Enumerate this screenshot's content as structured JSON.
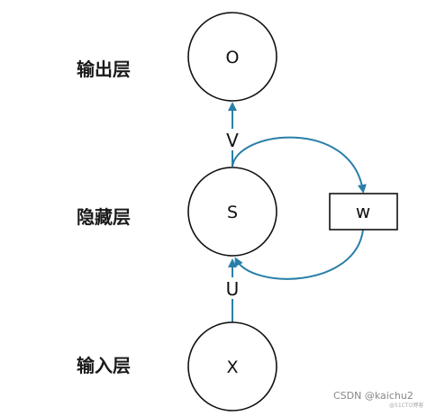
{
  "layers": {
    "output": "输出层",
    "hidden": "隐藏层",
    "input": "输入层"
  },
  "nodes": {
    "output": "O",
    "hidden": "S",
    "input": "X"
  },
  "weights": {
    "v": "V",
    "u": "U",
    "w": "w"
  },
  "watermark": {
    "text": "CSDN @kaichu2",
    "small": "@51CTO博客"
  },
  "colors": {
    "arrow": "#2a7fa8",
    "stroke": "#111111"
  }
}
